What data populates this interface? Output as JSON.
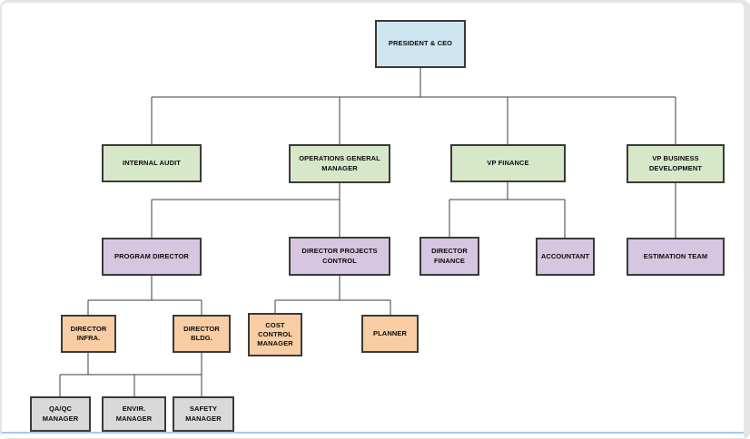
{
  "diagram": {
    "type": "org-chart",
    "palette": {
      "executive_fill": "#cfe6f2",
      "vp_fill": "#d7e8c9",
      "director_fill": "#d6c6e1",
      "manager_fill": "#f8cda4",
      "staff_fill": "#d9d9d9",
      "node_border": "#3a3a3a",
      "connector": "#3d3d3d",
      "frame": "#e5e5e7",
      "canvas": "#ffffff",
      "bottom_rule": "#aac8e4"
    },
    "nodes": {
      "president_ceo": {
        "label": "PRESIDENT & CEO",
        "reports_to": null
      },
      "internal_audit": {
        "label": "INTERNAL AUDIT",
        "reports_to": "president_ceo"
      },
      "operations_general_manager": {
        "label": "OPERATIONS GENERAL MANAGER",
        "reports_to": "president_ceo"
      },
      "vp_finance": {
        "label": "VP FINANCE",
        "reports_to": "president_ceo"
      },
      "vp_business_development": {
        "label": "VP BUSINESS DEVELOPMENT",
        "reports_to": "president_ceo"
      },
      "program_director": {
        "label": "PROGRAM DIRECTOR",
        "reports_to": "operations_general_manager"
      },
      "director_projects_control": {
        "label": "DIRECTOR PROJECTS CONTROL",
        "reports_to": "operations_general_manager"
      },
      "director_finance": {
        "label": "DIRECTOR FINANCE",
        "reports_to": "vp_finance"
      },
      "accountant": {
        "label": "ACCOUNTANT",
        "reports_to": "vp_finance"
      },
      "estimation_team": {
        "label": "ESTIMATION TEAM",
        "reports_to": "vp_business_development"
      },
      "director_infra": {
        "label": "DIRECTOR INFRA.",
        "reports_to": "program_director"
      },
      "director_bldg": {
        "label": "DIRECTOR BLDG.",
        "reports_to": "program_director"
      },
      "cost_control_manager": {
        "label": "COST CONTROL MANAGER",
        "reports_to": "director_projects_control"
      },
      "planner": {
        "label": "PLANNER",
        "reports_to": "director_projects_control"
      },
      "qaqc_manager": {
        "label": "QA/QC MANAGER",
        "reports_to": "director_infra"
      },
      "envir_manager": {
        "label": "ENVIR. MANAGER",
        "reports_to": "director_infra"
      },
      "safety_manager": {
        "label": "SAFETY MANAGER",
        "reports_to": "director_bldg"
      }
    }
  }
}
